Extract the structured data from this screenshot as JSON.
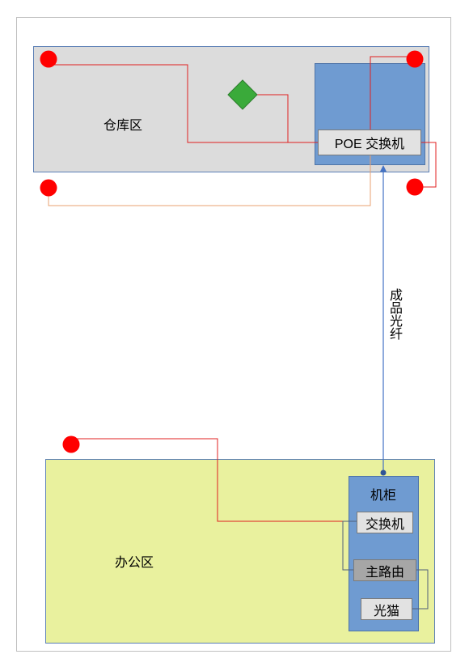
{
  "warehouse": {
    "label": "仓库区",
    "switch_label": "POE 交换机"
  },
  "office": {
    "label": "办公区",
    "cabinet_label": "机柜",
    "switch_label": "交换机",
    "router_label": "主路由",
    "modem_label": "光猫"
  },
  "fiber_label": "成品光纤",
  "colors": {
    "warehouse_fill": "#dcdcdc",
    "office_fill": "#e9f19e",
    "panel_fill": "#6f9bd1",
    "device_dot": "#ff0000",
    "red_line": "#e02020",
    "fiber_line": "#4472c4",
    "ap_diamond": "#3aaa3a"
  }
}
